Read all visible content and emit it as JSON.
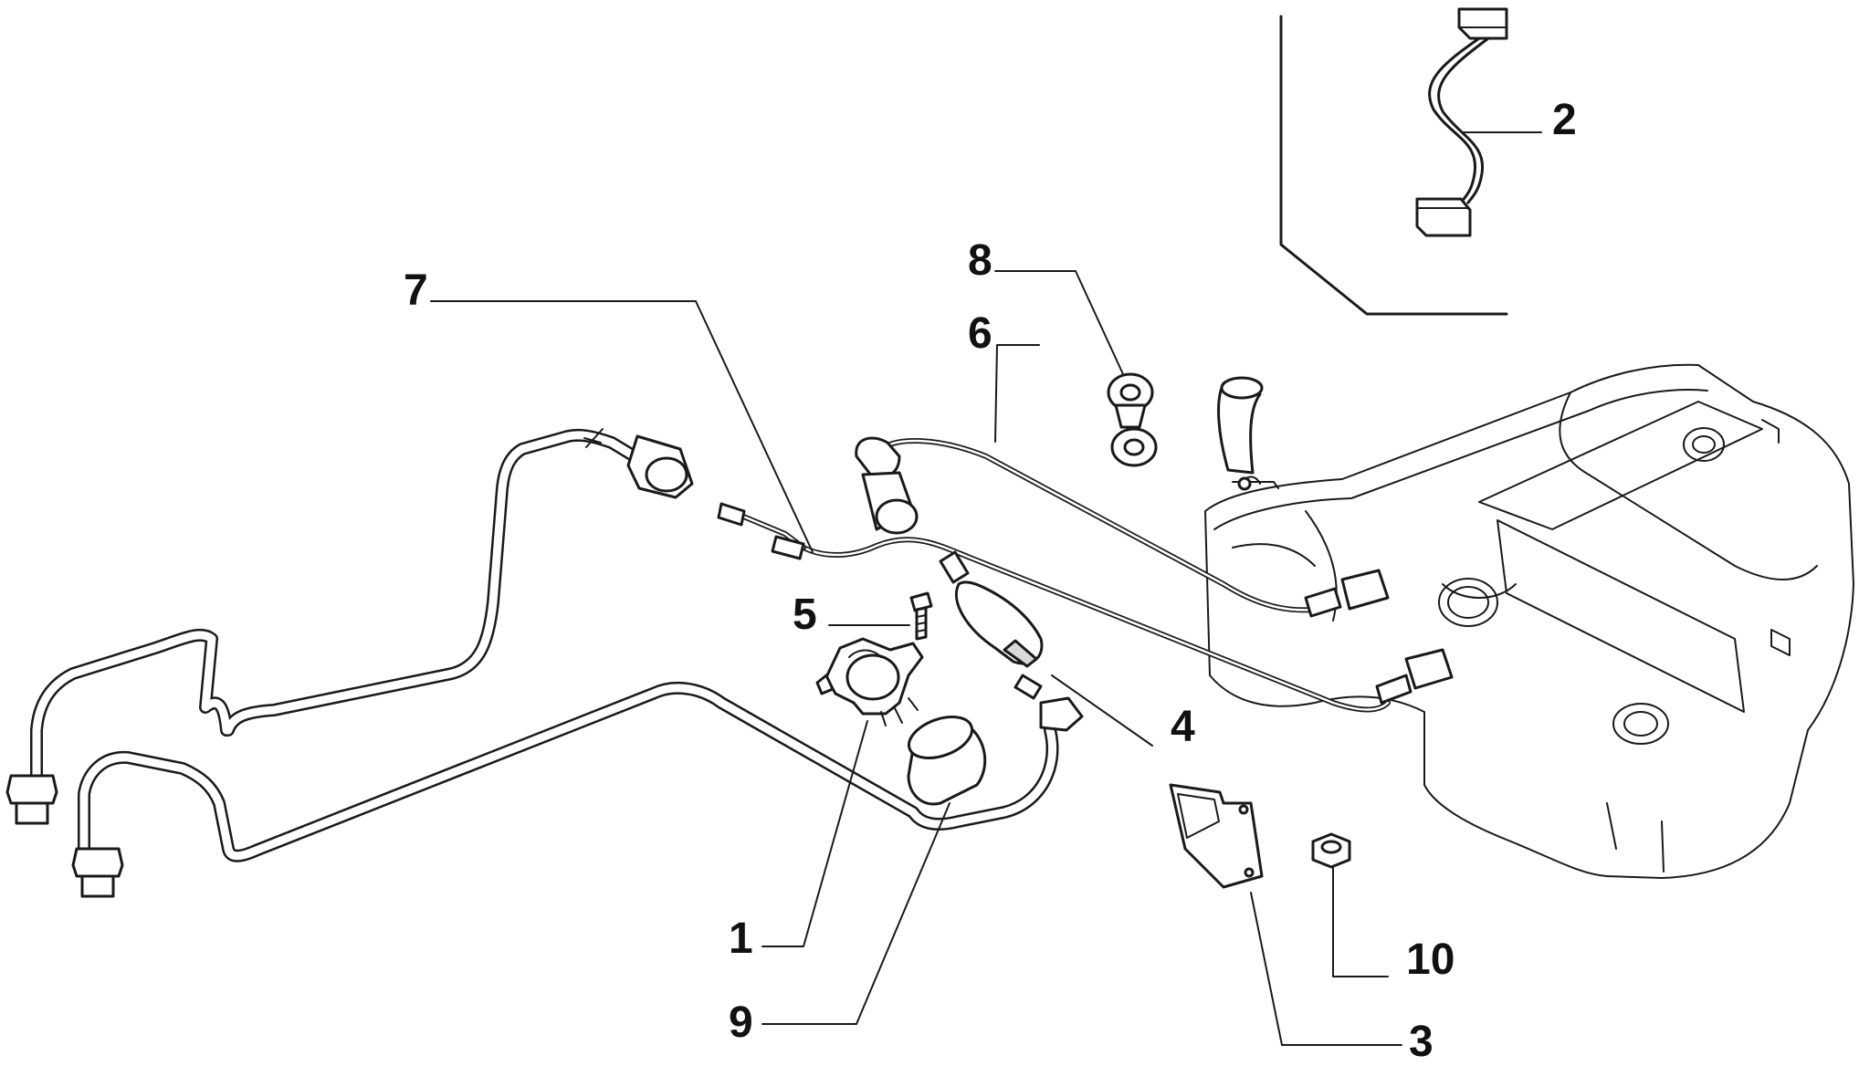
{
  "diagram": {
    "callouts": [
      {
        "id": "1",
        "text": "1"
      },
      {
        "id": "2",
        "text": "2"
      },
      {
        "id": "3",
        "text": "3"
      },
      {
        "id": "4",
        "text": "4"
      },
      {
        "id": "5",
        "text": "5"
      },
      {
        "id": "6",
        "text": "6"
      },
      {
        "id": "7",
        "text": "7"
      },
      {
        "id": "8",
        "text": "8"
      },
      {
        "id": "9",
        "text": "9"
      },
      {
        "id": "10",
        "text": "10"
      }
    ],
    "colors": {
      "line": "#1a1a1a",
      "background": "#ffffff",
      "shade": "#d9d9d9"
    }
  }
}
